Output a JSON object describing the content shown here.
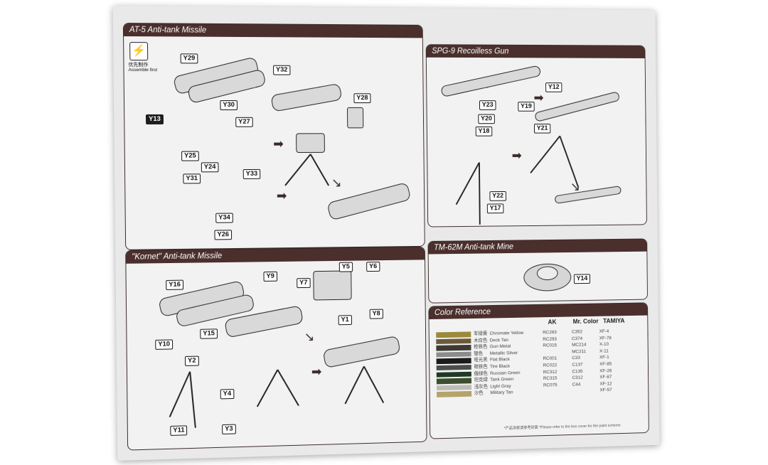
{
  "panels": {
    "at5": {
      "title": "AT-5 Anti-tank Missile",
      "assemble_cn": "优先制作",
      "assemble_en": "Assemble first",
      "parts": [
        "Y29",
        "Y32",
        "Y30",
        "Y13",
        "Y28",
        "Y27",
        "Y25",
        "Y24",
        "Y31",
        "Y33",
        "Y34",
        "Y26"
      ]
    },
    "spg9": {
      "title": "SPG-9 Recoilless Gun",
      "parts": [
        "Y12",
        "Y23",
        "Y19",
        "Y20",
        "Y21",
        "Y18",
        "Y22",
        "Y17"
      ]
    },
    "kornet": {
      "title": "\"Kornet\" Anti-tank Missile",
      "parts": [
        "Y16",
        "Y9",
        "Y10",
        "Y15",
        "Y7",
        "Y5",
        "Y6",
        "Y8",
        "Y1",
        "Y2",
        "Y4",
        "Y11",
        "Y3"
      ]
    },
    "tm62m": {
      "title": "TM-62M Anti-tank Mine",
      "parts": [
        "Y14"
      ]
    },
    "color_ref": {
      "title": "Color Reference",
      "headers": {
        "ak": "AK",
        "mrcolor": "Mr. Color",
        "tamiya": "TAMIYA"
      },
      "rows": [
        {
          "swatch": "#9b8a3a",
          "cn": "军绿黄",
          "name": "Chromate Yellow",
          "ak": "RC263",
          "mr": "C352",
          "tamiya": "XF-4"
        },
        {
          "swatch": "#6b5a3a",
          "cn": "木纹色",
          "name": "Deck Tan",
          "ak": "RC293",
          "mr": "C374",
          "tamiya": "XF-78"
        },
        {
          "swatch": "#3c3a33",
          "cn": "枪铁色",
          "name": "Gun Metal",
          "ak": "RC015",
          "mr": "MC214",
          "tamiya": "X-10"
        },
        {
          "swatch": "#8c8c8c",
          "cn": "银色",
          "name": "Metallic Silver",
          "ak": "",
          "mr": "MC211",
          "tamiya": "X-11"
        },
        {
          "swatch": "#1b1b1b",
          "cn": "哑光黑",
          "name": "Flat Black",
          "ak": "RC001",
          "mr": "C33",
          "tamiya": "XF-1"
        },
        {
          "swatch": "#4a4f4c",
          "cn": "暗铁色",
          "name": "Tire Black",
          "ak": "RC022",
          "mr": "C137",
          "tamiya": "XF-85"
        },
        {
          "swatch": "#1f3a24",
          "cn": "俄绿色",
          "name": "Russian Green",
          "ak": "RC312",
          "mr": "C135",
          "tamiya": "XF-26"
        },
        {
          "swatch": "#3c4d30",
          "cn": "坦克绿",
          "name": "Tank Green",
          "ak": "RC315",
          "mr": "C312",
          "tamiya": "XF-67"
        },
        {
          "swatch": "#bdbdb5",
          "cn": "浅灰色",
          "name": "Light Gray",
          "ak": "RC075",
          "mr": "C44",
          "tamiya": "XF-12"
        },
        {
          "swatch": "#b5a46a",
          "cn": "沙色",
          "name": "Military Tan",
          "ak": "",
          "mr": "",
          "tamiya": "XF-57"
        }
      ],
      "footnote": "*产品涂装请参考封面 *Please refer to the box cover for the paint scheme."
    }
  }
}
